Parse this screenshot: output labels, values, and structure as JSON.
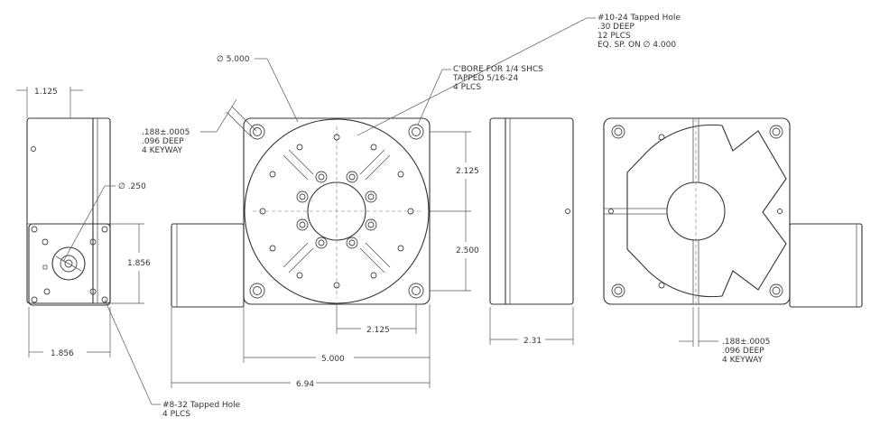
{
  "annotations": {
    "tapped_10_24": [
      "#10-24 Tapped Hole",
      ".30 DEEP",
      "12 PLCS",
      "EQ. SP. ON ∅ 4.000"
    ],
    "cbore": [
      "C'BORE FOR 1/4 SHCS",
      "TAPPED 5/16-24",
      "4 PLCS"
    ],
    "keyway_left": [
      ".188±.0005",
      ".096 DEEP",
      "4 KEYWAY"
    ],
    "keyway_right": [
      ".188±.0005",
      ".096 DEEP",
      "4 KEYWAY"
    ],
    "tapped_8_32": [
      "#8-32 Tapped Hole",
      "4 PLCS"
    ],
    "dia_5000": "∅ 5.000",
    "dia_250": "∅ .250"
  },
  "dimensions": {
    "d_1125": "1.125",
    "d_1856_v": "1.856",
    "d_1856_h": "1.856",
    "d_2125_v": "2.125",
    "d_2500": "2.500",
    "d_2125_h": "2.125",
    "d_5000": "5.000",
    "d_694": "6.94",
    "d_231": "2.31"
  }
}
